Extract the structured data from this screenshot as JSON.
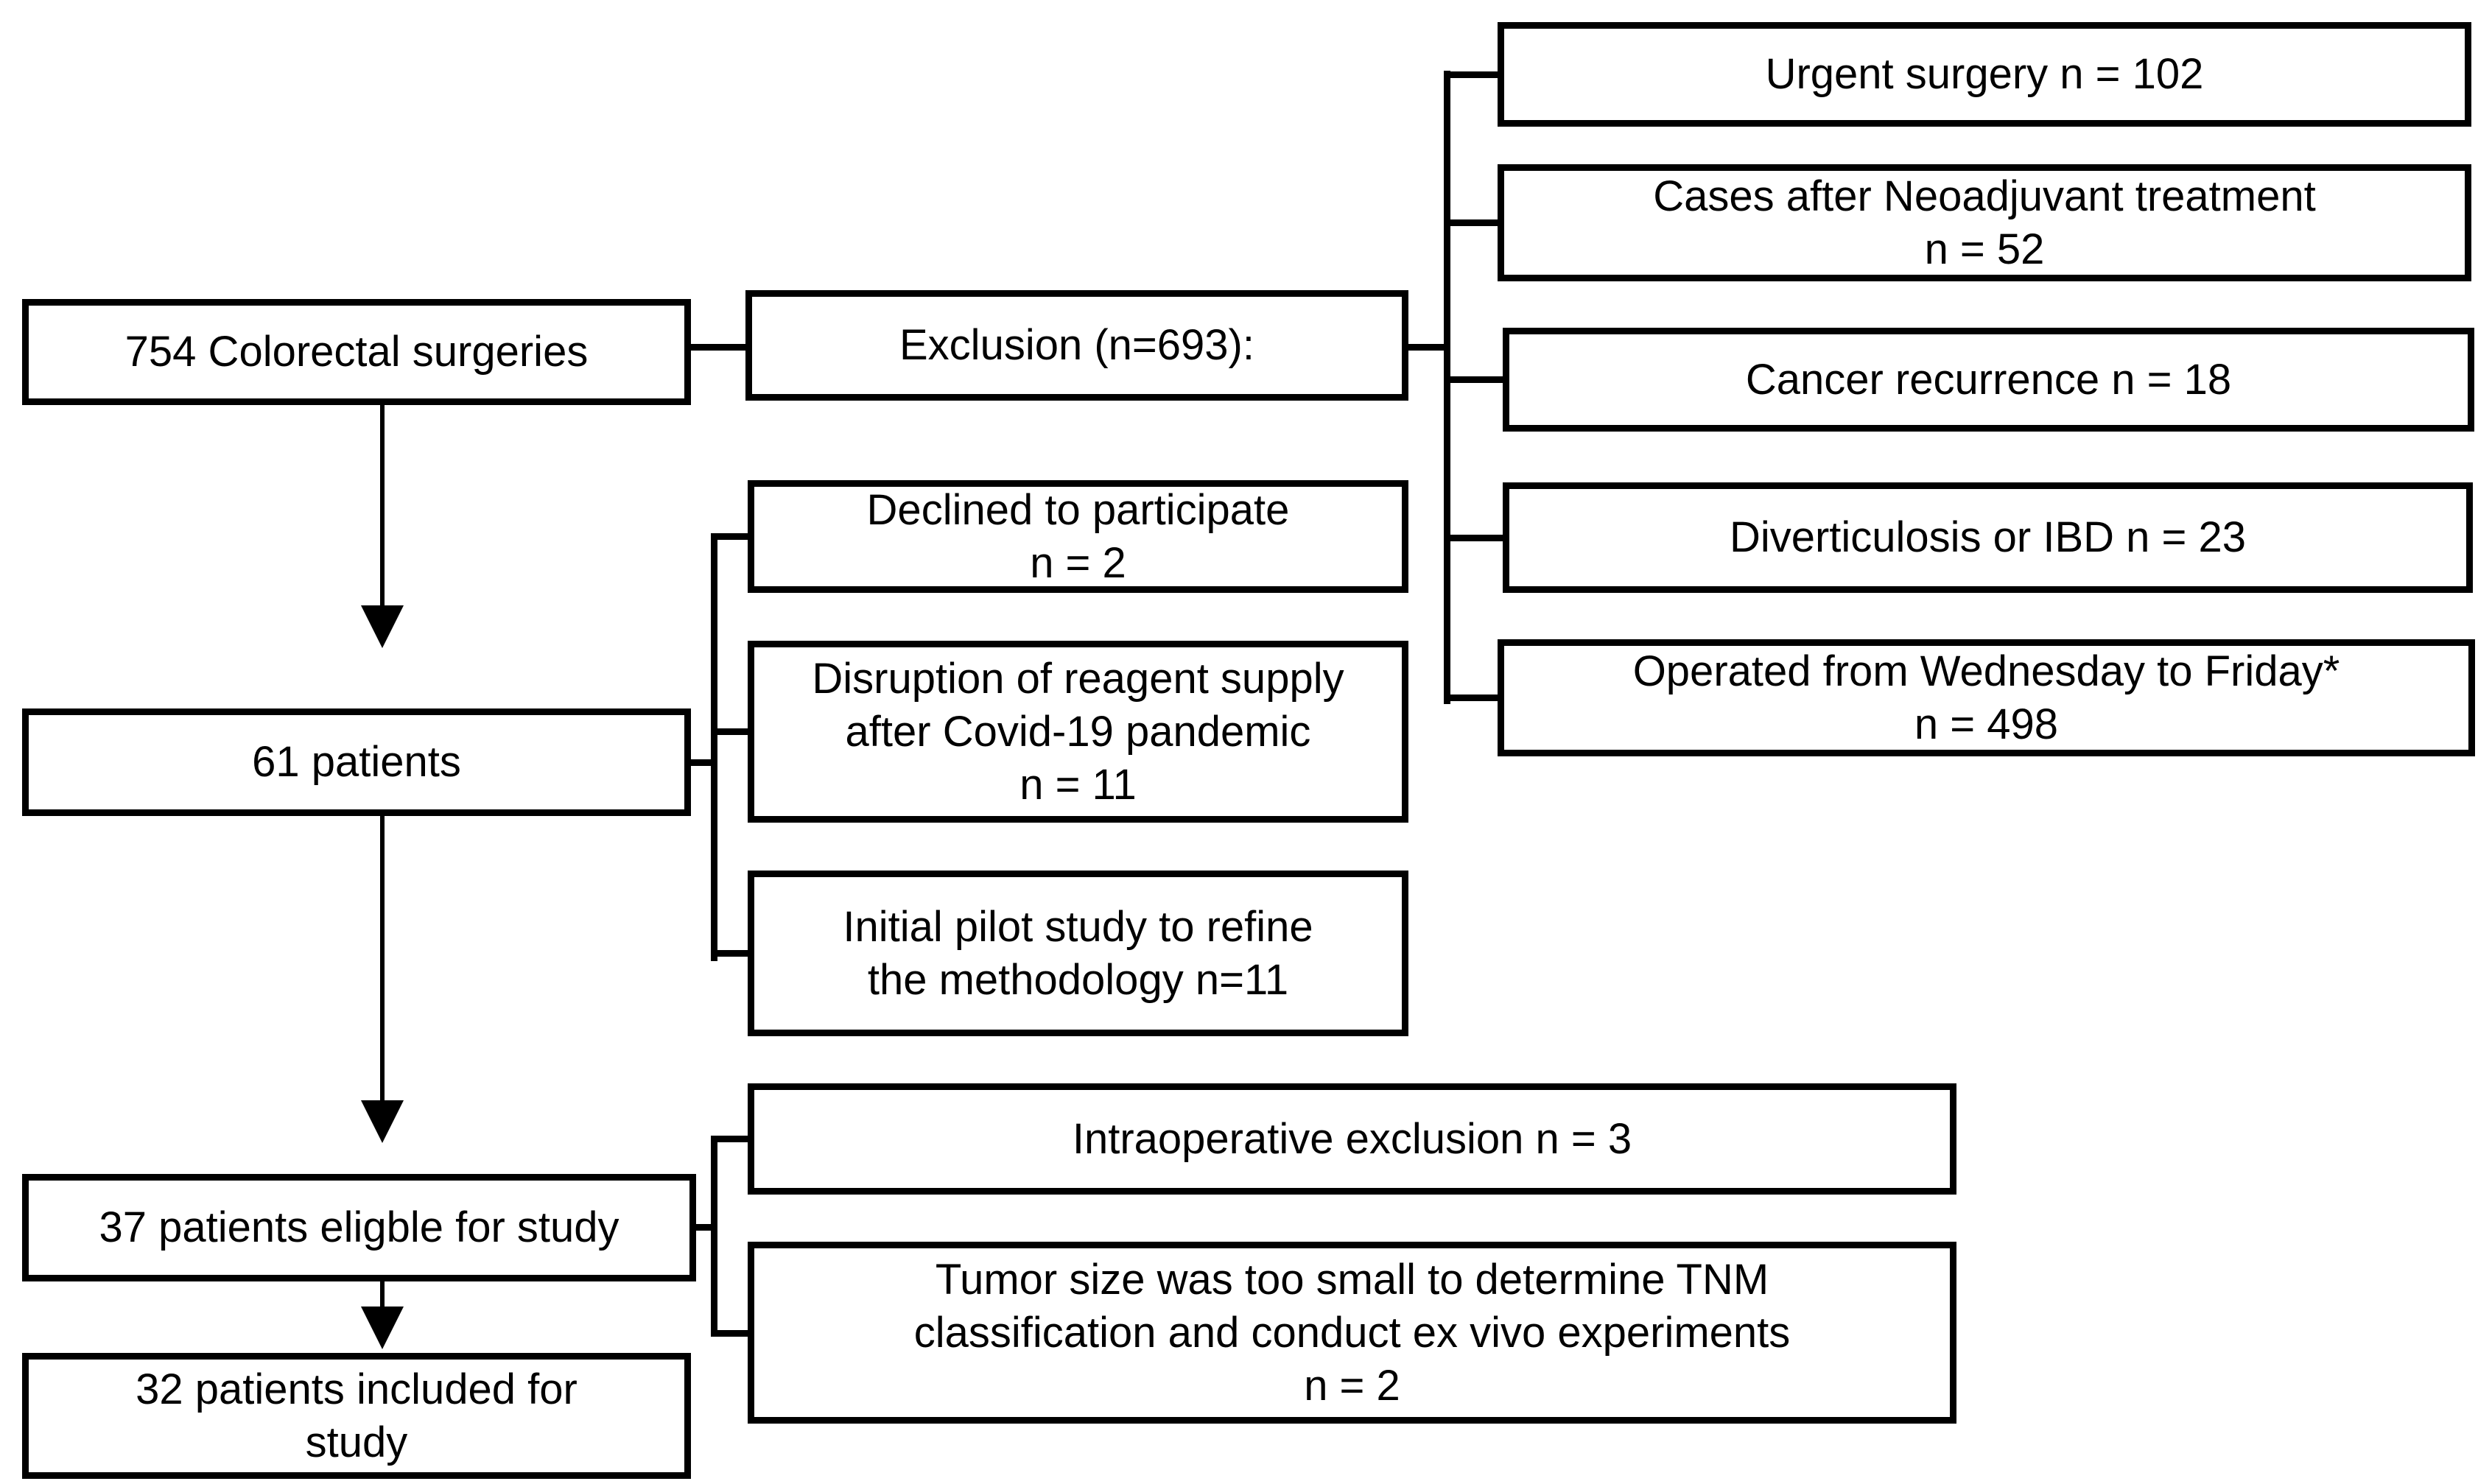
{
  "figure": {
    "type": "patient-flow-diagram",
    "background_color": "#ffffff",
    "line_color": "#000000"
  },
  "nodes": {
    "total_surgeries": {
      "n": 754,
      "lines": [
        "754 Colorectal surgeries"
      ]
    },
    "patients_61": {
      "n": 61,
      "lines": [
        "61 patients"
      ]
    },
    "patients_37_eligible": {
      "n": 37,
      "lines": [
        "37 patients eligble for study"
      ]
    },
    "patients_32_included": {
      "n": 32,
      "lines": [
        "32 patients included for",
        "study"
      ]
    },
    "exclusion": {
      "n": 693,
      "lines": [
        "Exclusion (n=693):"
      ]
    },
    "declined": {
      "n": 2,
      "lines": [
        "Declined to participate",
        "n = 2"
      ]
    },
    "disruption": {
      "n": 11,
      "lines": [
        "Disruption of reagent supply",
        "after Covid-19 pandemic",
        "n = 11"
      ]
    },
    "pilot": {
      "n": 11,
      "lines": [
        "Initial pilot study to refine",
        "the methodology n=11"
      ]
    },
    "intraoperative": {
      "n": 3,
      "lines": [
        "Intraoperative exclusion n = 3"
      ]
    },
    "tumor_size": {
      "n": 2,
      "lines": [
        "Tumor size was too small to determine TNM",
        "classification and conduct ex vivo experiments",
        "n = 2"
      ]
    },
    "urgent": {
      "n": 102,
      "lines": [
        "Urgent surgery n = 102"
      ]
    },
    "neoadjuvant": {
      "n": 52,
      "lines": [
        "Cases after Neoadjuvant treatment",
        "n = 52"
      ]
    },
    "recurrence": {
      "n": 18,
      "lines": [
        "Cancer recurrence n = 18"
      ]
    },
    "diverticulosis": {
      "n": 23,
      "lines": [
        "Diverticulosis or IBD n = 23"
      ]
    },
    "operated_wed_fri": {
      "n": 498,
      "lines": [
        "Operated from Wednesday to Friday*",
        "n = 498"
      ]
    }
  }
}
